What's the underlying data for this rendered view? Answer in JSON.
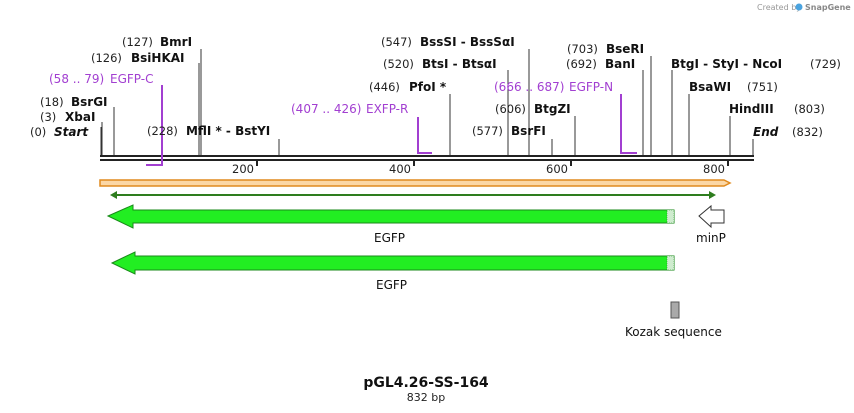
{
  "credit": {
    "prefix": "Created by",
    "brand": "SnapGene"
  },
  "map": {
    "title": "pGL4.26-SS-164",
    "length_label": "832 bp",
    "start_label": "Start",
    "end_label": "End",
    "start_pos": "(0)",
    "end_pos": "(832)",
    "ticks": [
      "200",
      "400",
      "600",
      "800"
    ]
  },
  "sites": [
    {
      "num": "(3)",
      "name": "XbaI"
    },
    {
      "num": "(18)",
      "name": "BsrGI"
    },
    {
      "num": "(126)",
      "name": "BsiHKAI"
    },
    {
      "num": "(127)",
      "name": "BmrI"
    },
    {
      "num": "(228)",
      "name": "MflI * - BstYI"
    },
    {
      "num": "(446)",
      "name": "PfoI *"
    },
    {
      "num": "(520)",
      "name": "BtsI - BtsαI"
    },
    {
      "num": "(547)",
      "name": "BssSI - BssSαI"
    },
    {
      "num": "(577)",
      "name": "BsrFI"
    },
    {
      "num": "(606)",
      "name": "BtgZI"
    },
    {
      "num": "(692)",
      "name": "BanI"
    },
    {
      "num": "(703)",
      "name": "BseRI"
    },
    {
      "num": "(729)",
      "name": "BtgI - StyI - NcoI"
    },
    {
      "num": "(751)",
      "name": "BsaWI"
    },
    {
      "num": "(803)",
      "name": "HindIII"
    }
  ],
  "primers": [
    {
      "range": "(58 .. 79)",
      "name": "EGFP-C"
    },
    {
      "range": "(407 .. 426)",
      "name": "EXFP-R"
    },
    {
      "range": "(666 .. 687)",
      "name": "EGFP-N"
    }
  ],
  "features": [
    {
      "name": "EGFP",
      "color": "#22ee22"
    },
    {
      "name": "EGFP",
      "color": "#22ee22"
    },
    {
      "name": "minP",
      "color": "#ffffff"
    },
    {
      "name": "Kozak sequence",
      "color": "#a9a9a9"
    }
  ],
  "colors": {
    "backbone": "#222222",
    "orf": "#e08a1e",
    "orf_inner": "#2e7d1e",
    "primer": "#a23fd1"
  }
}
